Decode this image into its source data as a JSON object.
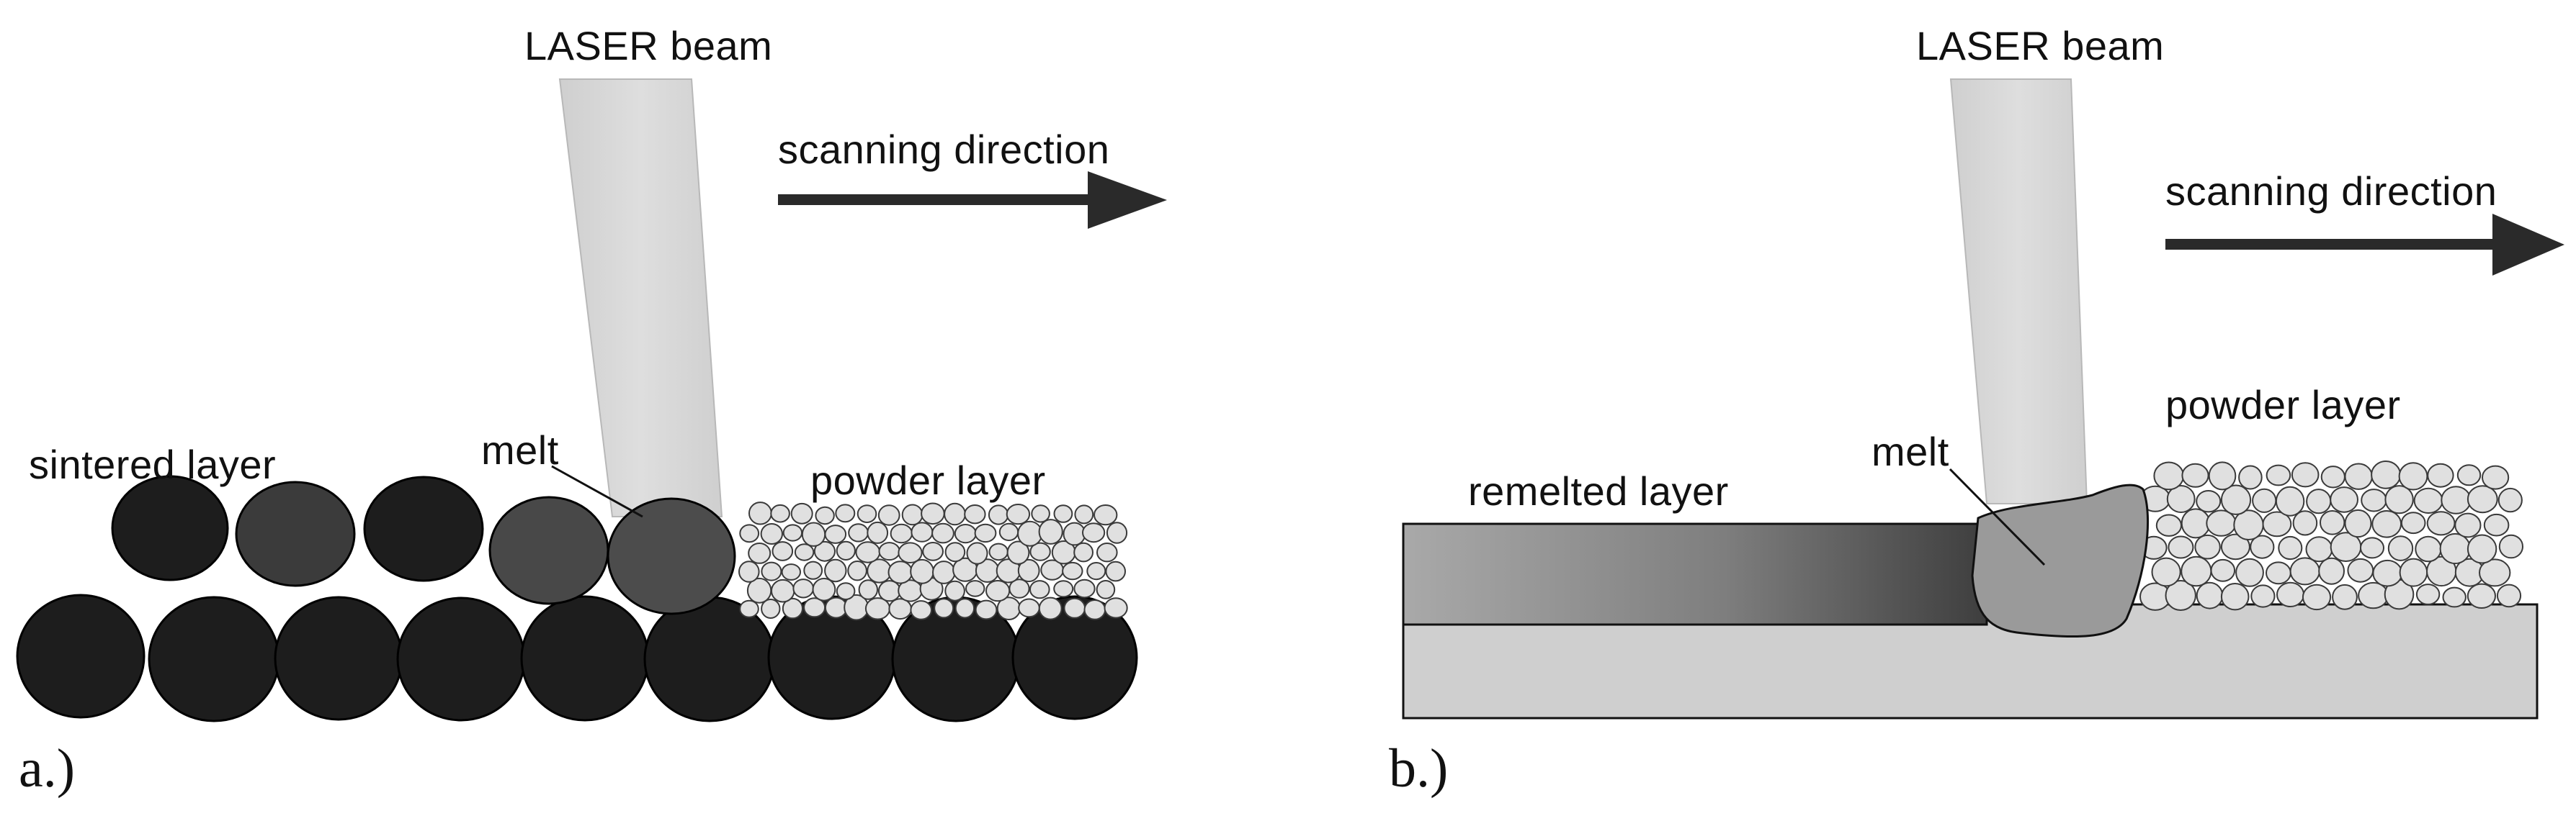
{
  "panel_a": {
    "caption": "a.)",
    "laser_label": "LASER beam",
    "scan_label": "scanning direction",
    "left_layer_label": "sintered layer",
    "melt_label": "melt",
    "right_layer_label": "powder layer"
  },
  "panel_b": {
    "caption": "b.)",
    "laser_label": "LASER beam",
    "scan_label": "scanning direction",
    "left_layer_label": "remelted layer",
    "melt_label": "melt",
    "right_layer_label": "powder layer"
  },
  "colors": {
    "background": "#ffffff",
    "ink": "#111111",
    "sintered_particle": "#1d1d1d",
    "melt_particle": "#4a4a4a",
    "laser_beam": "#d6d6d6",
    "substrate": "#cfcfcf",
    "powder_particle": "#e0e0e0"
  }
}
